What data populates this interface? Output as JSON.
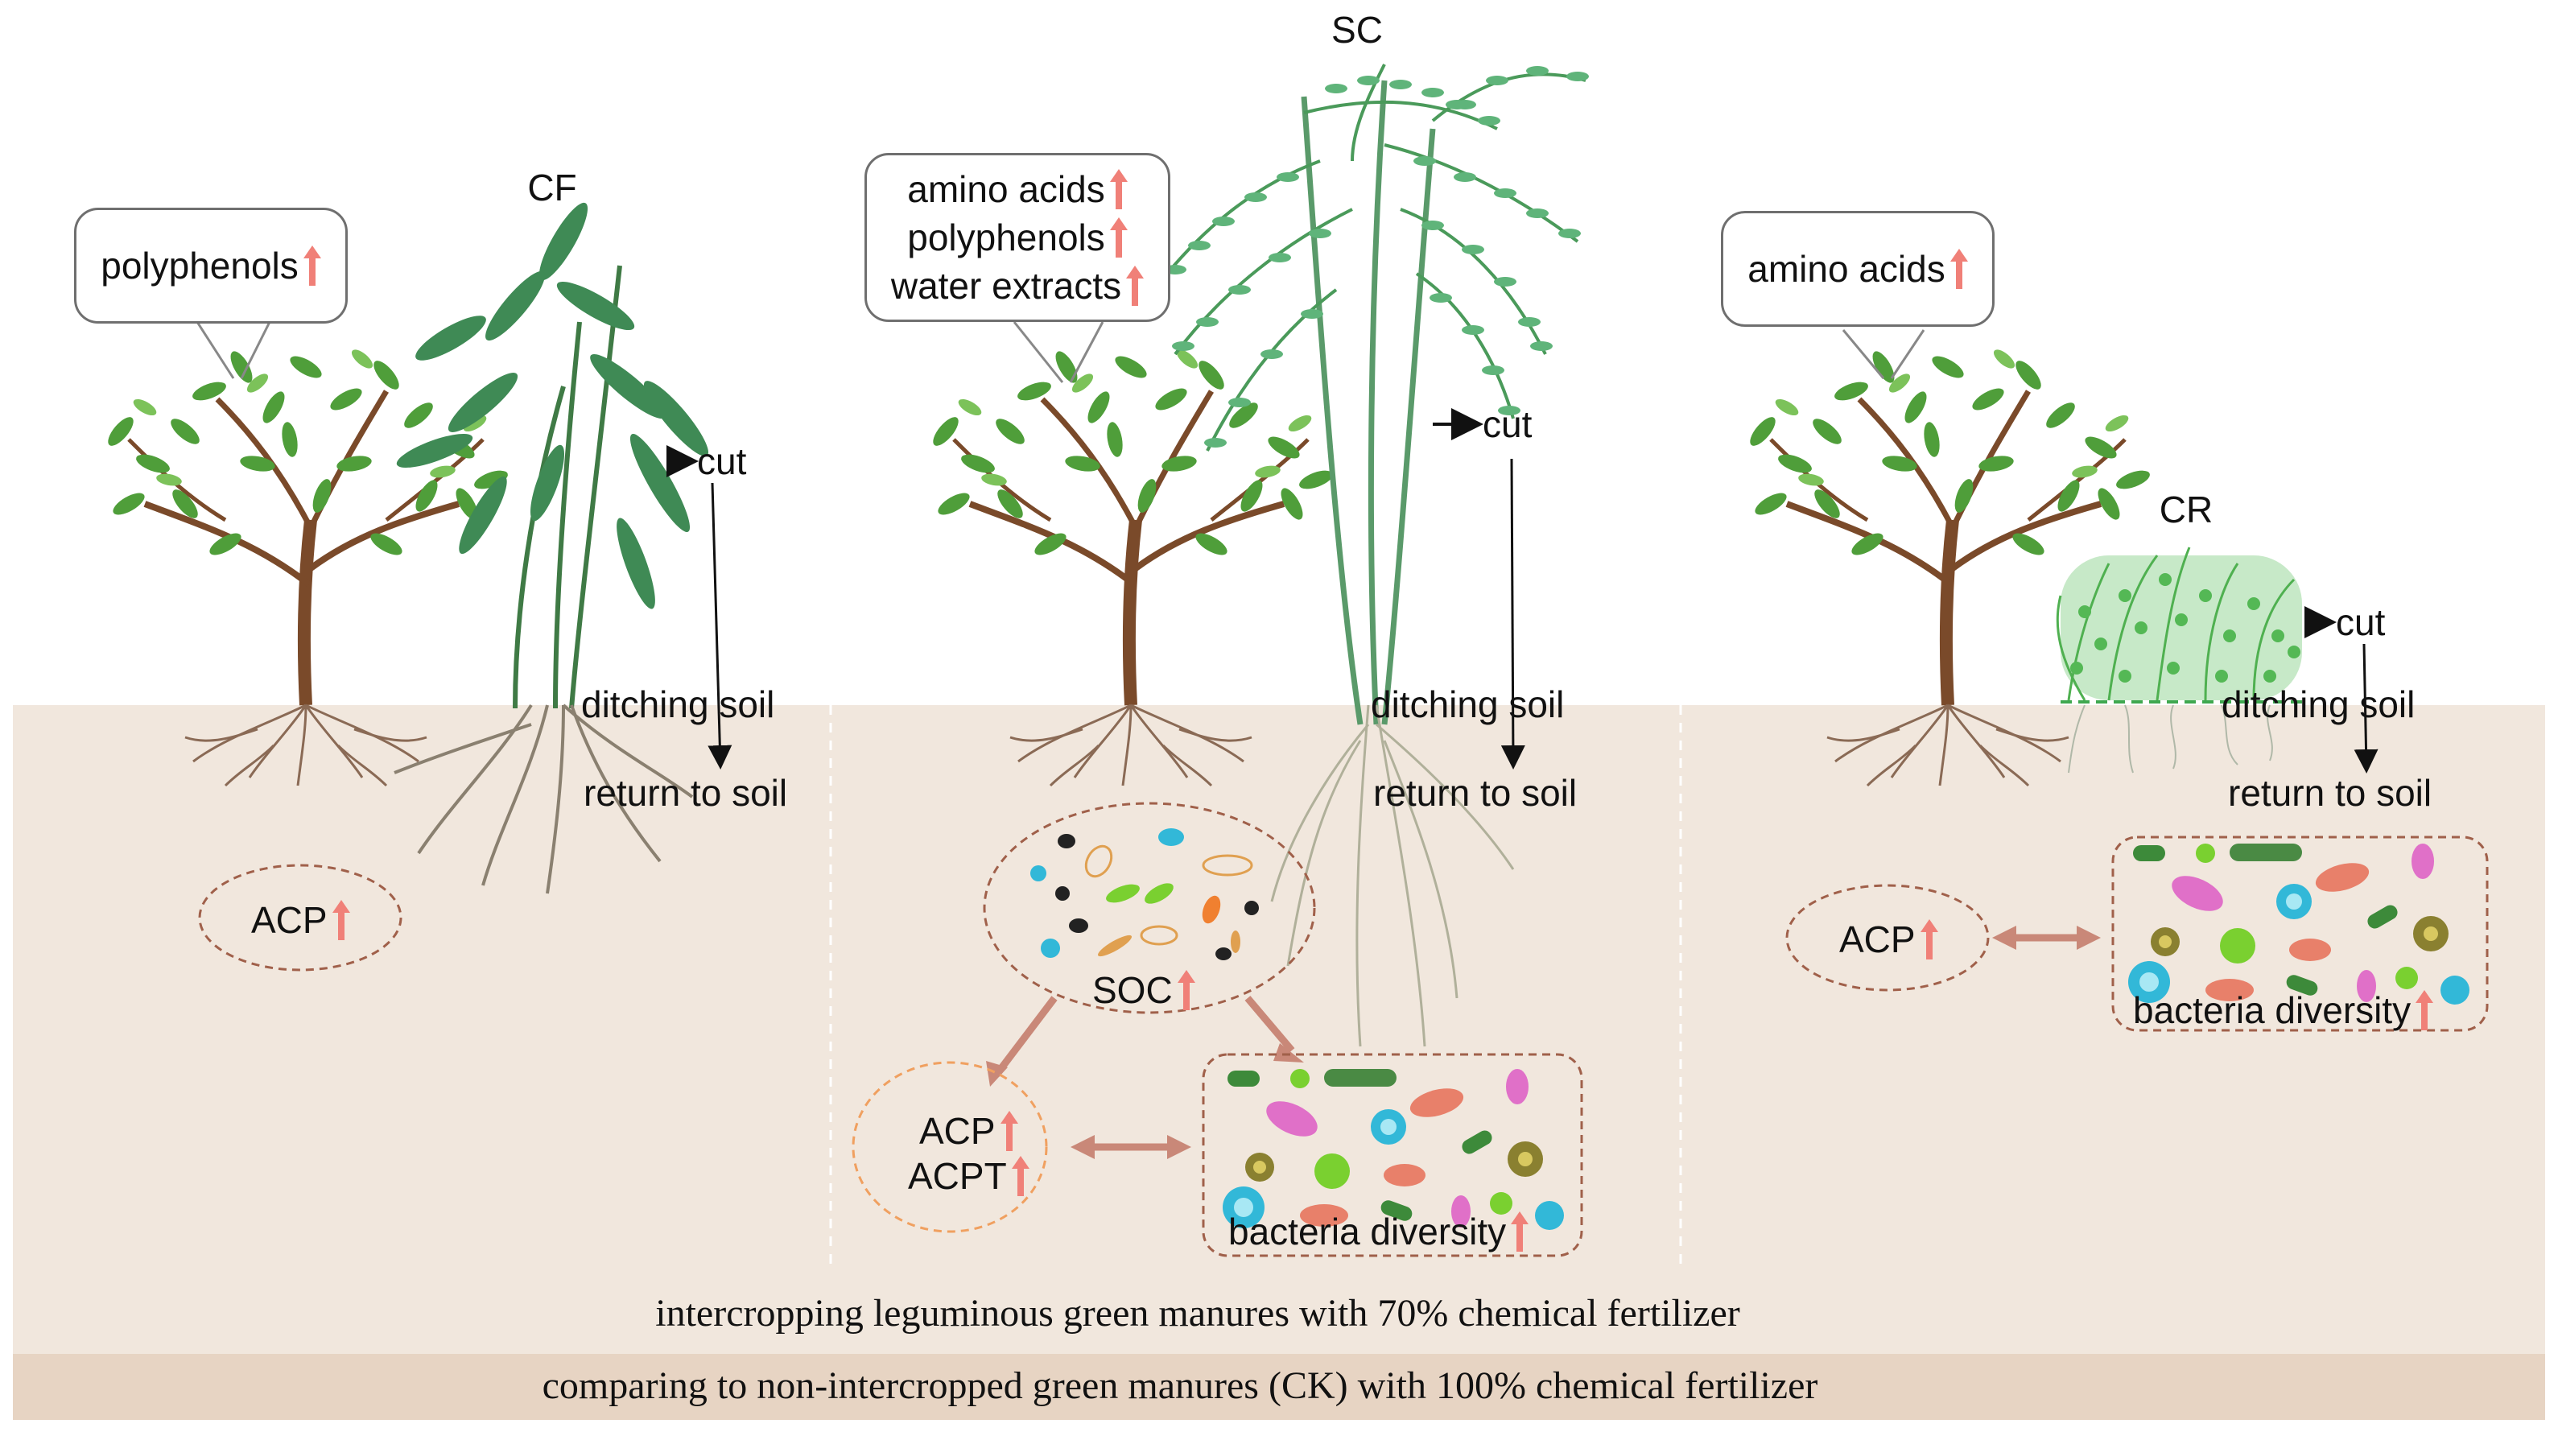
{
  "panels": {
    "left": {
      "plant_label": "CF",
      "callout": [
        "polyphenols"
      ],
      "cut": "cut",
      "ditching": "ditching soil",
      "return": "return to soil",
      "soil_items": [
        "ACP"
      ]
    },
    "middle": {
      "plant_label": "SC",
      "callout": [
        "amino acids",
        "polyphenols",
        "water extracts"
      ],
      "cut": "cut",
      "ditching": "ditching soil",
      "return": "return to soil",
      "soc": "SOC",
      "enzymes": [
        "ACP",
        "ACPT"
      ],
      "bacteria": "bacteria diversity"
    },
    "right": {
      "plant_label": "CR",
      "callout": [
        "amino acids"
      ],
      "cut": "cut",
      "ditching": "ditching soil",
      "return": "return to soil",
      "soil_items": [
        "ACP"
      ],
      "bacteria": "bacteria diversity"
    }
  },
  "footer": {
    "line1": "intercropping leguminous green manures with 70% chemical fertilizer",
    "line2": "comparing to non-intercropped green manures (CK) with 100% chemical fertilizer"
  },
  "colors": {
    "soil": "#f1e7dd",
    "footer_band": "#e7d4c3",
    "up_arrow": "#f08078",
    "link_arrow": "#c98878",
    "dashed_oval": "#a0604a",
    "orange_oval": "#f0a060"
  }
}
